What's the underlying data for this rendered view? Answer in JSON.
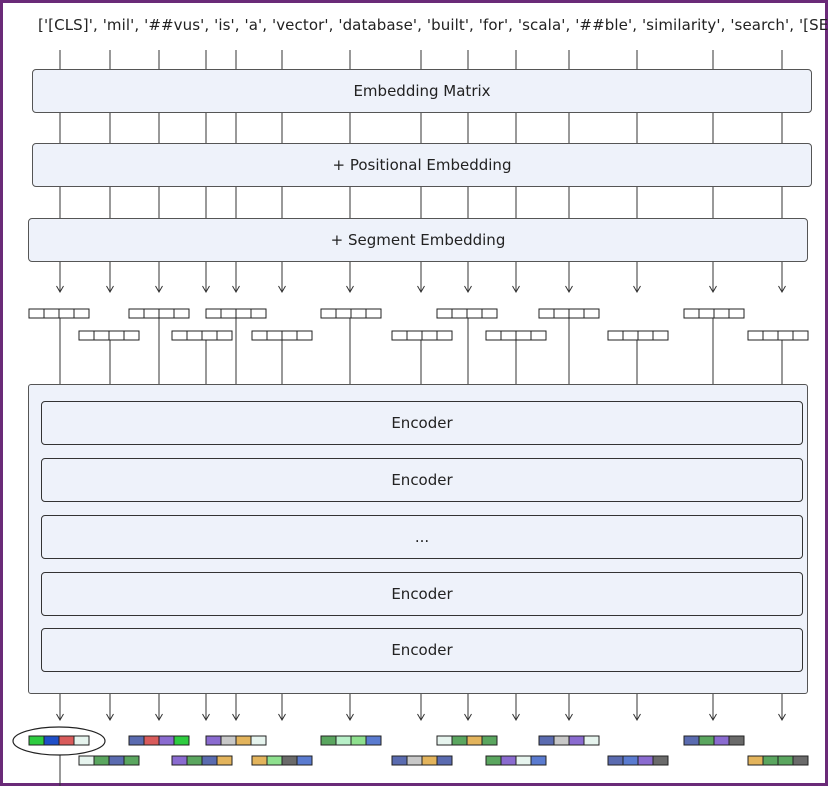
{
  "tokens_text": "['[CLS]', 'mil', '##vus', 'is', 'a', 'vector', 'database', 'built', 'for', 'scala', '##ble', 'similarity', 'search', '[SEP]']",
  "layers": {
    "embedding_matrix": "Embedding Matrix",
    "positional_embedding": "+ Positional Embedding",
    "segment_embedding": "+ Segment Embedding"
  },
  "encoders": [
    "Encoder",
    "Encoder",
    "...",
    "Encoder",
    "Encoder"
  ],
  "token_columns": [
    {
      "upper": true,
      "output_colors": [
        "#2ecc40",
        "#1f4fc8",
        "#d95b5b",
        "#e6f4ee"
      ],
      "highlighted": true
    },
    {
      "upper": false,
      "output_colors": [
        "#e6f4ee",
        "#5aa65f",
        "#5a6bb0",
        "#5aa65f"
      ]
    },
    {
      "upper": true,
      "output_colors": [
        "#5a6bb0",
        "#d95b5b",
        "#8a6bd0",
        "#2ecc40"
      ]
    },
    {
      "upper": false,
      "output_colors": [
        "#8a6bd0",
        "#5aa65f",
        "#5a6bb0",
        "#e3b45c"
      ]
    },
    {
      "upper": true,
      "output_colors": [
        "#8a6bd0",
        "#c8c8c8",
        "#e3b45c",
        "#e6f4ee"
      ]
    },
    {
      "upper": false,
      "output_colors": [
        "#e3b45c",
        "#8ee08e",
        "#6a6a6a",
        "#5a7bd0"
      ]
    },
    {
      "upper": true,
      "output_colors": [
        "#5aa65f",
        "#b8f0c8",
        "#8ee08e",
        "#5a7bd0"
      ]
    },
    {
      "upper": false,
      "output_colors": [
        "#5a6bb0",
        "#c8c8c8",
        "#e3b45c",
        "#5a6bb0"
      ]
    },
    {
      "upper": true,
      "output_colors": [
        "#e6f4ee",
        "#5aa65f",
        "#e3b45c",
        "#5aa65f"
      ]
    },
    {
      "upper": false,
      "output_colors": [
        "#5aa65f",
        "#8a6bd0",
        "#e6f4ee",
        "#5a7bd0"
      ]
    },
    {
      "upper": true,
      "output_colors": [
        "#5a6bb0",
        "#c8c8c8",
        "#8a6bd0",
        "#e6f4ee"
      ]
    },
    {
      "upper": false,
      "output_colors": [
        "#5a6bb0",
        "#5a7bd0",
        "#8a6bd0",
        "#6a6a6a"
      ]
    },
    {
      "upper": true,
      "output_colors": [
        "#5a6bb0",
        "#5aa65f",
        "#8a6bd0",
        "#6a6a6a"
      ]
    },
    {
      "upper": false,
      "output_colors": [
        "#e3b45c",
        "#5aa65f",
        "#5aa65f",
        "#6a6a6a"
      ]
    }
  ]
}
